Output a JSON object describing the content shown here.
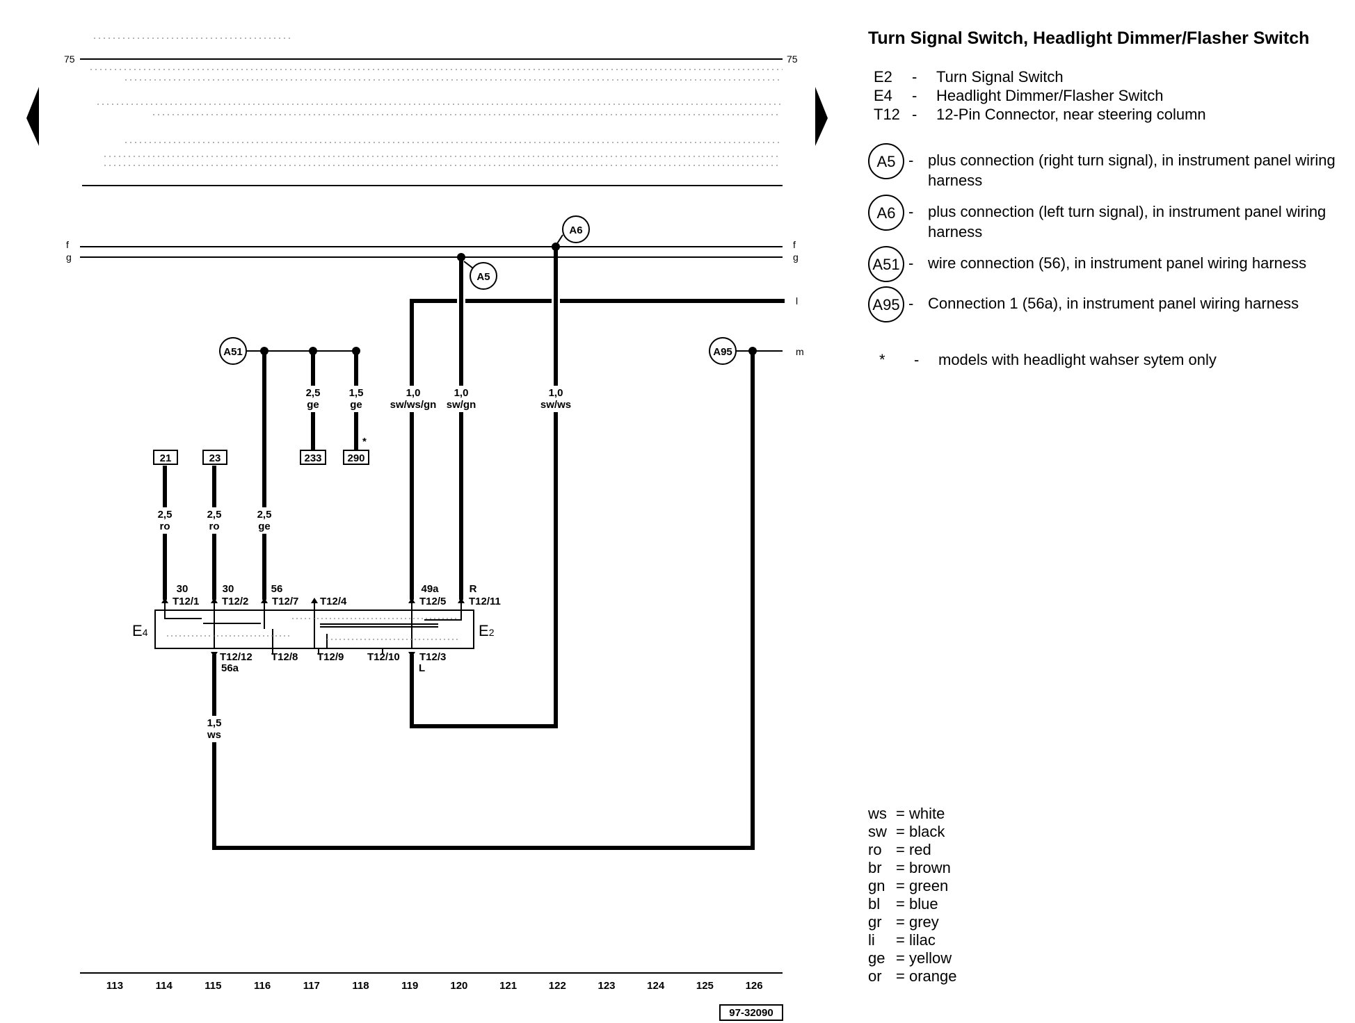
{
  "title": "Turn Signal Switch, Headlight Dimmer/Flasher Switch",
  "components": [
    {
      "code": "E2",
      "desc": "Turn Signal Switch"
    },
    {
      "code": "E4",
      "desc": "Headlight Dimmer/Flasher Switch"
    },
    {
      "code": "T12",
      "desc": "12-Pin Connector, near steering column"
    }
  ],
  "connections": [
    {
      "code": "A5",
      "desc": "plus connection (right turn signal), in instrument panel wiring harness"
    },
    {
      "code": "A6",
      "desc": "plus connection (left turn signal), in instrument panel wiring harness"
    },
    {
      "code": "A51",
      "desc": "wire connection (56), in instrument panel wiring harness"
    },
    {
      "code": "A95",
      "desc": "Connection 1 (56a), in instrument panel wiring harness"
    }
  ],
  "note": {
    "symbol": "*",
    "desc": "models with headlight wahser sytem only"
  },
  "color_codes": [
    {
      "code": "ws",
      "name": "white"
    },
    {
      "code": "sw",
      "name": "black"
    },
    {
      "code": "ro",
      "name": "red"
    },
    {
      "code": "br",
      "name": "brown"
    },
    {
      "code": "gn",
      "name": "green"
    },
    {
      "code": "bl",
      "name": "blue"
    },
    {
      "code": "gr",
      "name": "grey"
    },
    {
      "code": "li",
      "name": "lilac"
    },
    {
      "code": "ge",
      "name": "yellow"
    },
    {
      "code": "or",
      "name": "orange"
    }
  ],
  "diagram": {
    "rail_75": "75",
    "rail_f": "f",
    "rail_g": "g",
    "rail_l": "l",
    "rail_m": "m",
    "ref_21": "21",
    "ref_23": "23",
    "ref_233": "233",
    "ref_290": "290",
    "asterisk": "*",
    "w_21_size": "2,5",
    "w_21_color": "ro",
    "w_23_size": "2,5",
    "w_23_color": "ro",
    "w_56_size": "2,5",
    "w_56_color": "ge",
    "w_233_size": "2,5",
    "w_233_color": "ge",
    "w_290_size": "1,5",
    "w_290_color": "ge",
    "w_49a_size": "1,0",
    "w_49a_color": "sw/ws/gn",
    "w_R_size": "1,0",
    "w_R_color": "sw/gn",
    "w_A6_size": "1,0",
    "w_A6_color": "sw/ws",
    "w_56a_size": "1,5",
    "w_56a_color": "ws",
    "term_30a": "30",
    "pin_1": "T12/1",
    "term_30b": "30",
    "pin_2": "T12/2",
    "term_56": "56",
    "pin_7": "T12/7",
    "pin_4": "T12/4",
    "term_49a": "49a",
    "pin_5": "T12/5",
    "term_R": "R",
    "pin_11": "T12/11",
    "pin_12": "T12/12",
    "term_56a": "56a",
    "pin_8": "T12/8",
    "pin_9": "T12/9",
    "pin_10": "T12/10",
    "pin_3": "T12/3",
    "term_L": "L",
    "label_E4_main": "E",
    "label_E4_sub": "4",
    "label_E2_main": "E",
    "label_E2_sub": "2",
    "ref_code": "97-32090",
    "tracks": [
      "113",
      "114",
      "115",
      "116",
      "117",
      "118",
      "119",
      "120",
      "121",
      "122",
      "123",
      "124",
      "125",
      "126"
    ]
  }
}
